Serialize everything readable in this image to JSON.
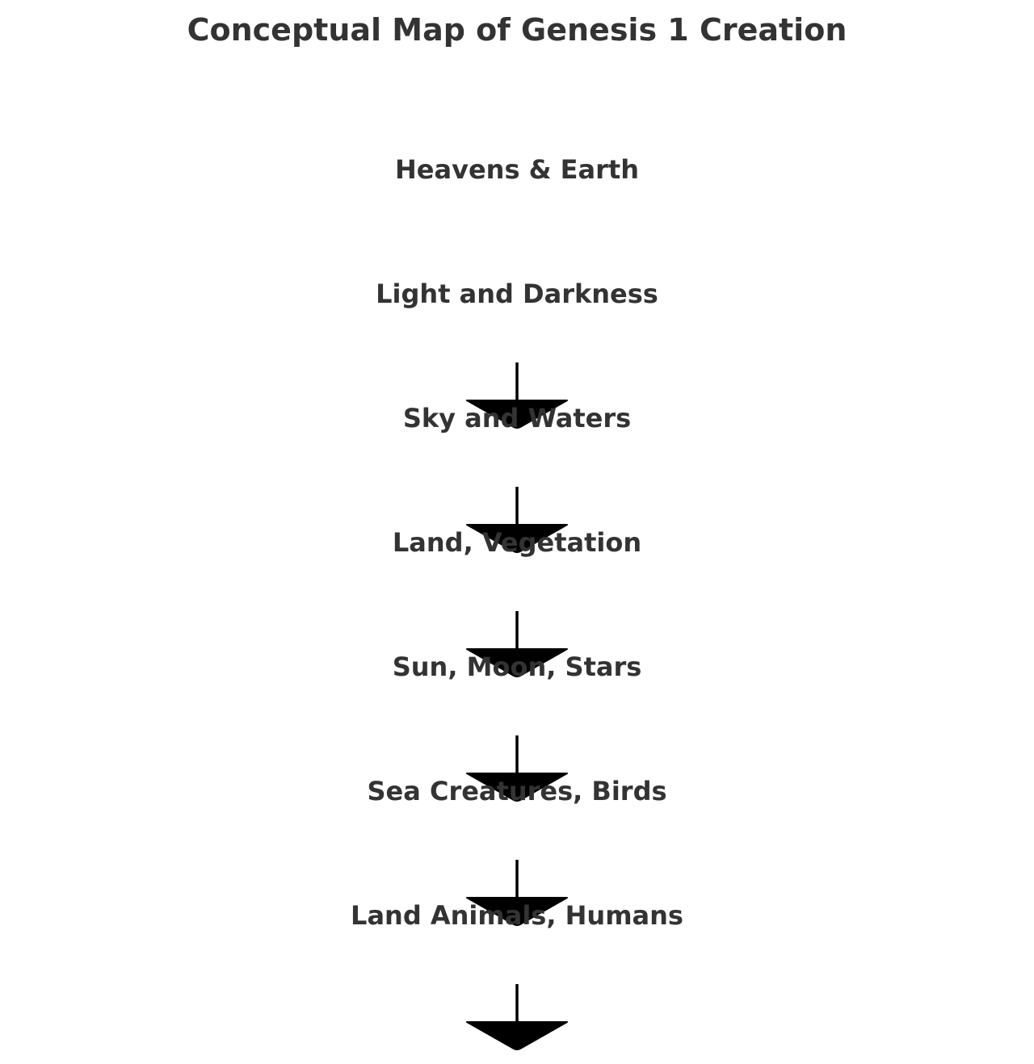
{
  "diagram": {
    "title": "Conceptual Map of Genesis 1 Creation",
    "nodes": [
      "Heavens & Earth",
      "Light and Darkness",
      "Sky and Waters",
      "Land, Vegetation",
      "Sun, Moon, Stars",
      "Sea Creatures, Birds",
      "Land Animals, Humans"
    ],
    "arrow_count": 6,
    "colors": {
      "text": "#333333",
      "arrow": "#000000"
    }
  }
}
